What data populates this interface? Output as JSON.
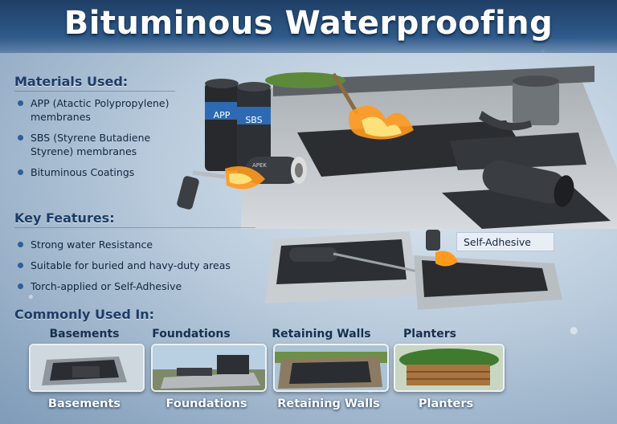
{
  "title": "Bituminous Waterproofing",
  "materials": {
    "heading": "Materials Used:",
    "items": [
      "APP (Atactic Polypropylene) membranes",
      "SBS (Styrene Butadiene Styrene) membranes",
      "Bituminous Coatings"
    ]
  },
  "rolls": {
    "app": "APP",
    "sbs": "SBS",
    "small": "APEK"
  },
  "features": {
    "heading": "Key Features:",
    "items": [
      "Strong water Resistance",
      "Suitable for buried and havy-duty areas",
      "Torch-applied or Self-Adhesive"
    ]
  },
  "callout": "Self-Adhesive",
  "uses": {
    "heading": "Commonly Used In:",
    "cards": [
      {
        "top": "Basements",
        "bottom": "Basements"
      },
      {
        "top": "Foundations",
        "bottom": "Foundations"
      },
      {
        "top": "Retaining Walls",
        "bottom": "Retaining Walls"
      },
      {
        "top": "Planters",
        "bottom": "Planters"
      }
    ]
  },
  "colors": {
    "title_bar": "#2f5a8a",
    "heading": "#1d3c66",
    "membrane": "#2b2d31",
    "flame": "#ff9a1f"
  }
}
